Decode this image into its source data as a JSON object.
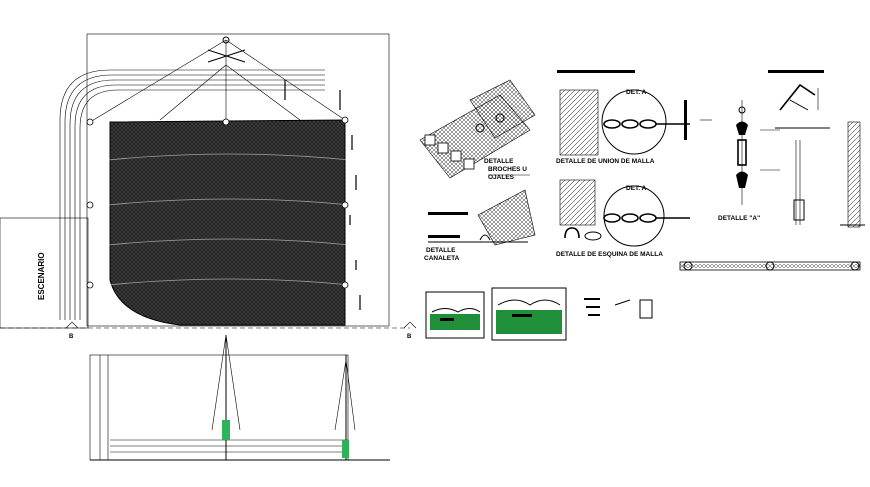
{
  "plan": {
    "stage_label": "ESCENARIO",
    "grid_marker_left": "B",
    "grid_marker_right": "B"
  },
  "details": {
    "broches_title": "DETALLE BROCHES U OJALES",
    "broches_line1": "DETALLE",
    "broches_line2": "BROCHES U",
    "broches_line3": "OJALES",
    "canaleta_title": "DETALLE CANALETA",
    "canaleta_line1": "DETALLE",
    "canaleta_line2": "CANALETA",
    "det_a_upper": "DET. A",
    "union_title": "DETALLE DE UNION DE MALLA",
    "det_a_lower": "DET. A",
    "esquina_title": "DETALLE DE ESQUINA DE MALLA",
    "detalle_a": "DETALLE \"A\""
  },
  "colors": {
    "mesh": "#1a1a1a",
    "green_fill": "#1f8f3a",
    "anchor_green": "#2fb35a"
  }
}
